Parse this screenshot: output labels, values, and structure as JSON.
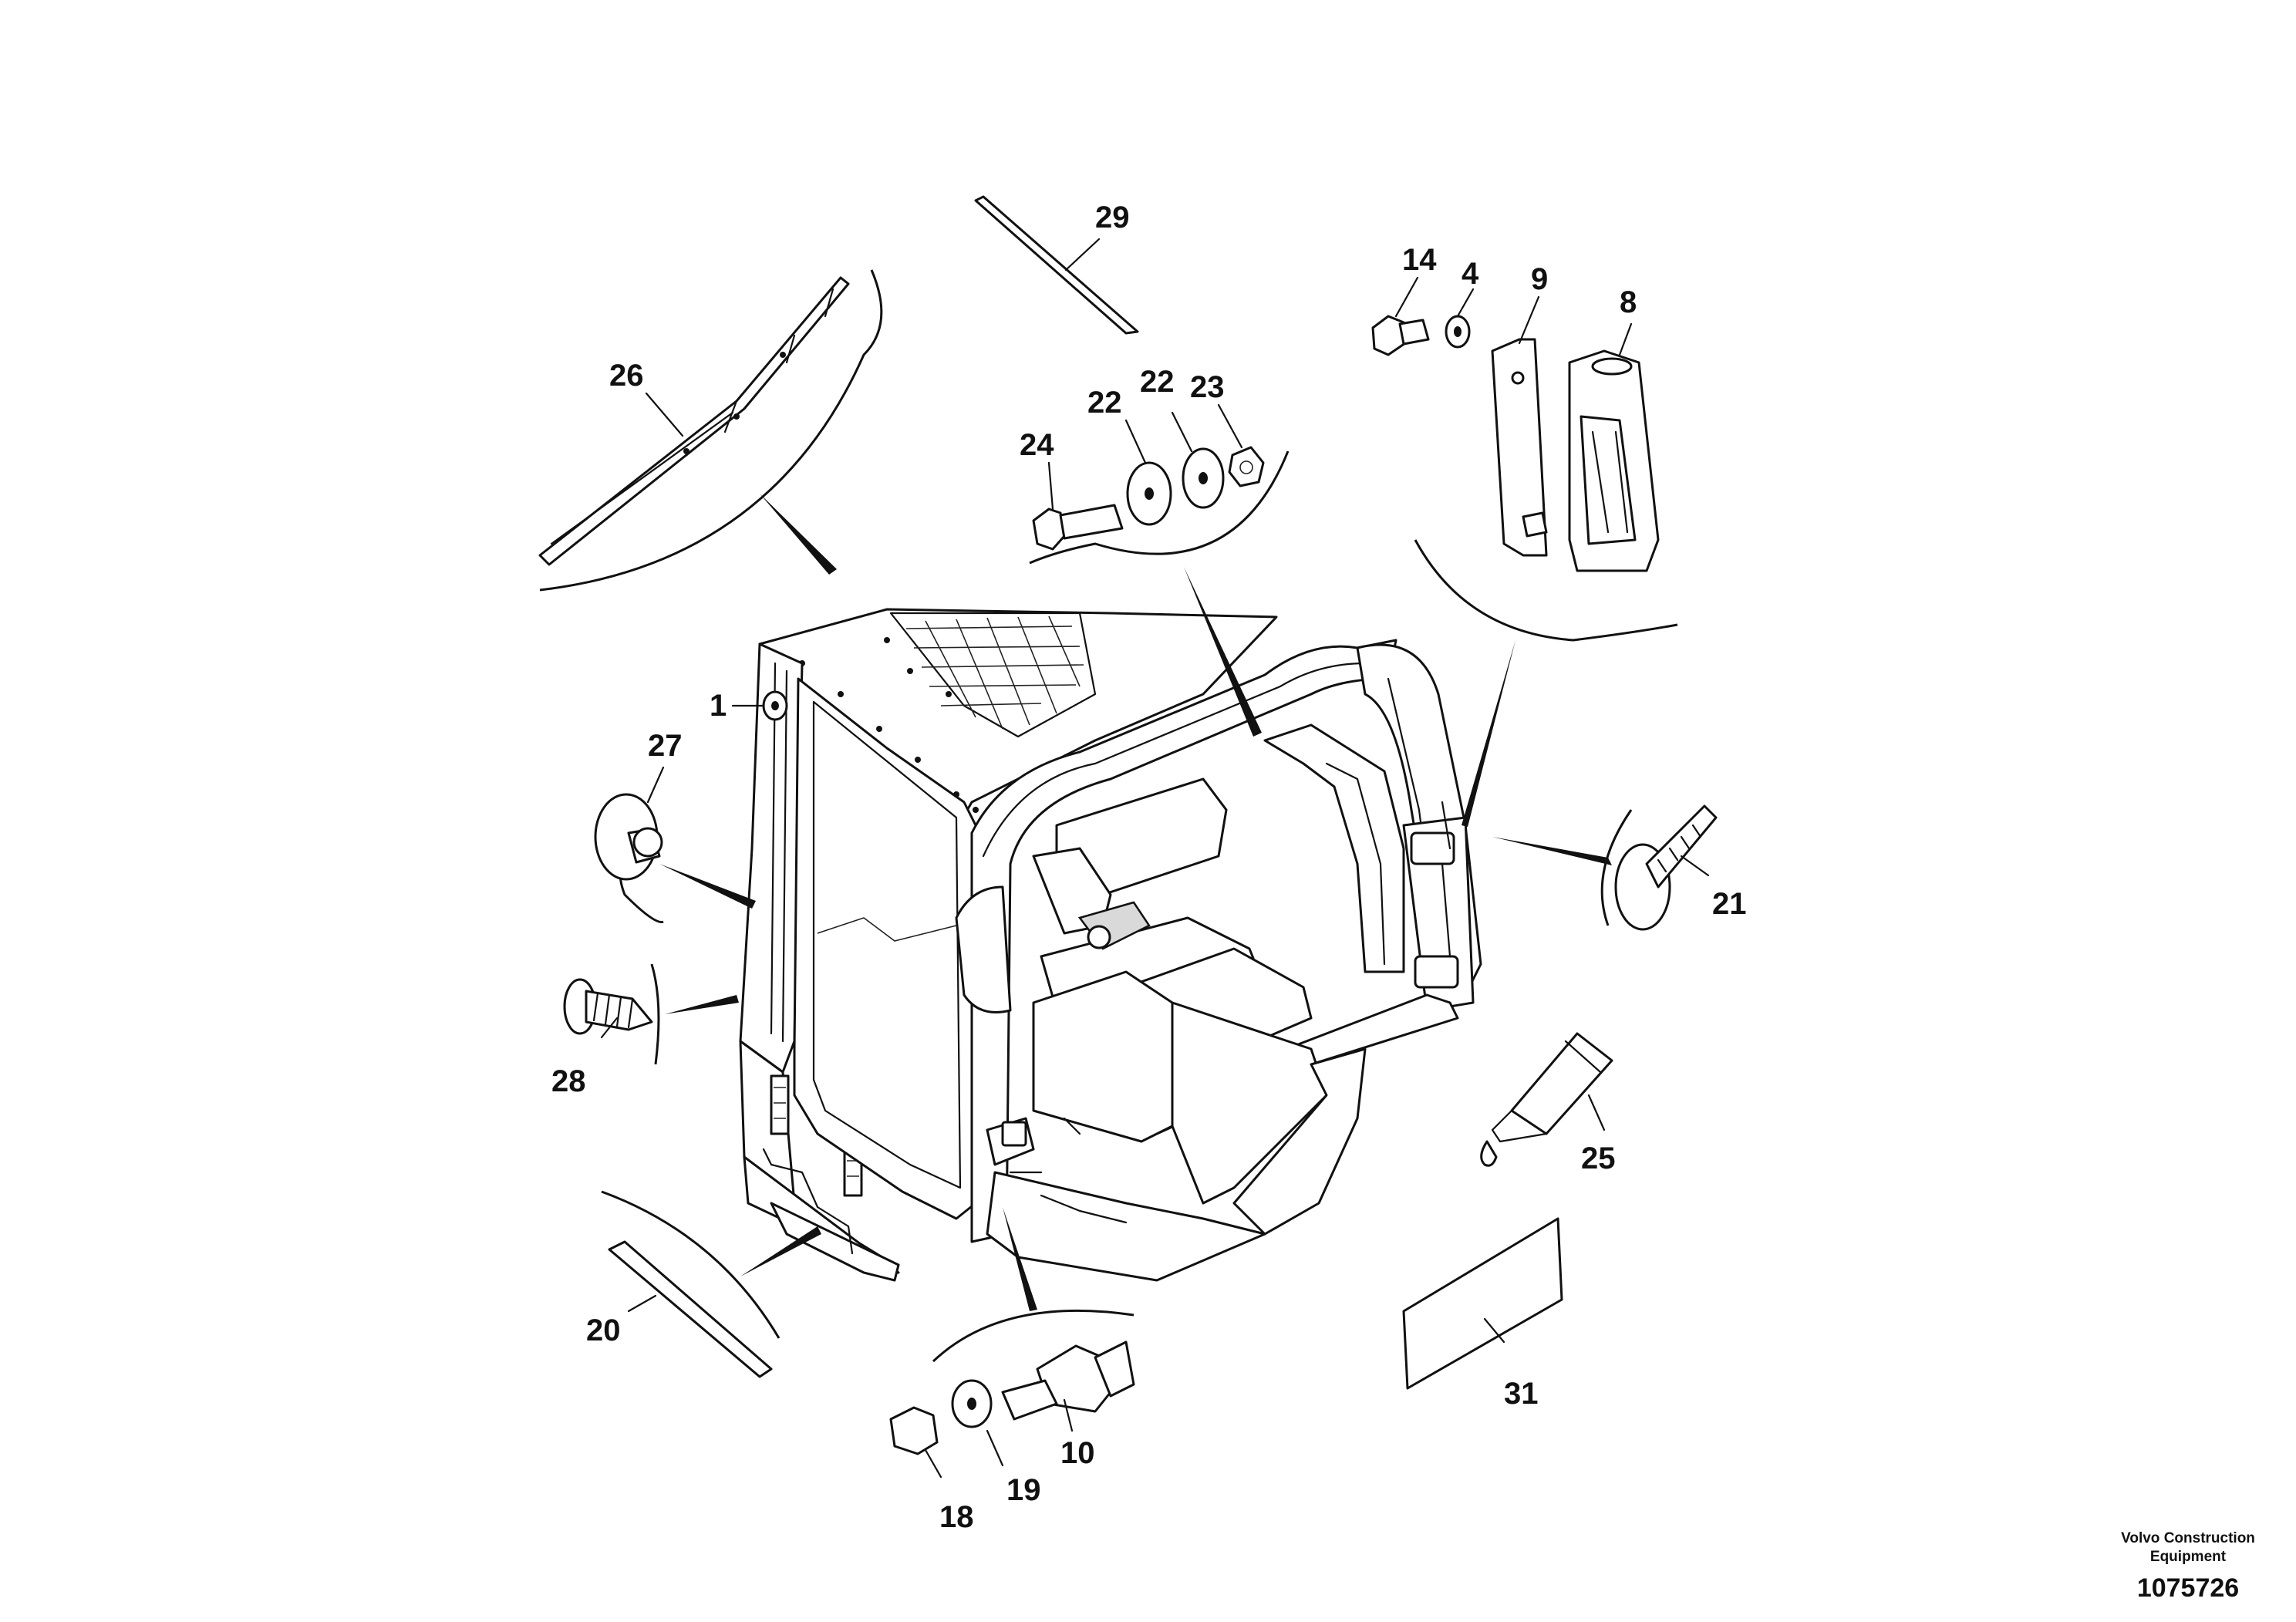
{
  "diagram": {
    "callouts": [
      {
        "id": "c29",
        "label": "29"
      },
      {
        "id": "c26",
        "label": "26"
      },
      {
        "id": "c14",
        "label": "14"
      },
      {
        "id": "c4",
        "label": "4"
      },
      {
        "id": "c9",
        "label": "9"
      },
      {
        "id": "c8",
        "label": "8"
      },
      {
        "id": "c22a",
        "label": "22"
      },
      {
        "id": "c22b",
        "label": "22"
      },
      {
        "id": "c23",
        "label": "23"
      },
      {
        "id": "c24",
        "label": "24"
      },
      {
        "id": "c1",
        "label": "1"
      },
      {
        "id": "c27",
        "label": "27"
      },
      {
        "id": "c21",
        "label": "21"
      },
      {
        "id": "c28",
        "label": "28"
      },
      {
        "id": "c25",
        "label": "25"
      },
      {
        "id": "c20",
        "label": "20"
      },
      {
        "id": "c31",
        "label": "31"
      },
      {
        "id": "c10",
        "label": "10"
      },
      {
        "id": "c19",
        "label": "19"
      },
      {
        "id": "c18",
        "label": "18"
      }
    ]
  },
  "footer": {
    "company_line1": "Volvo Construction",
    "company_line2": "Equipment",
    "drawing_number": "1075726"
  }
}
